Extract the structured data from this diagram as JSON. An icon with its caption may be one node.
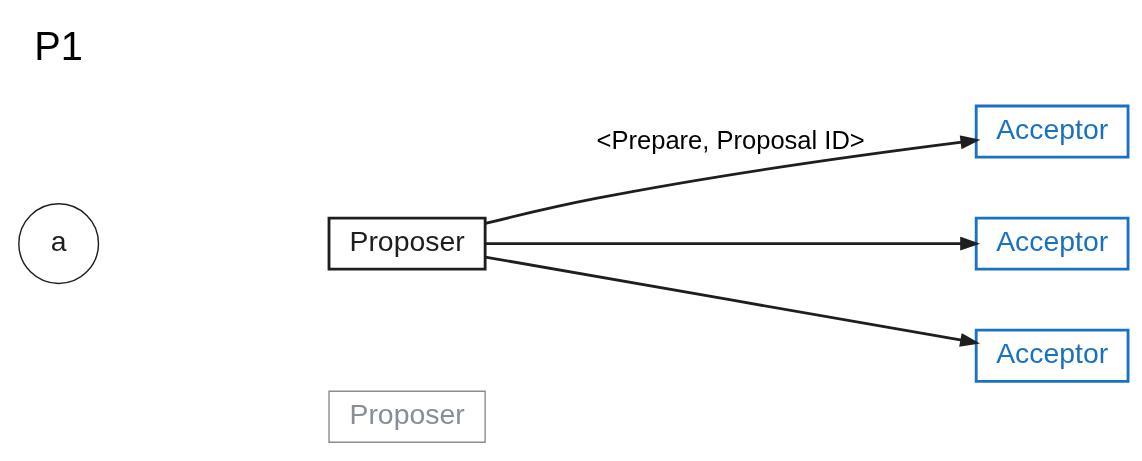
{
  "diagram": {
    "nodes": [
      {
        "text": [
          "a"
        ],
        "beside": [
          "P1"
        ]
      },
      {
        "text": [
          "Proposer"
        ]
      },
      {
        "text": [
          "Proposer"
        ]
      },
      {
        "text": [
          "Acceptor"
        ]
      },
      {
        "text": [
          "Acceptor"
        ]
      },
      {
        "text": [
          "Acceptor"
        ]
      }
    ],
    "edges": [
      {
        "from": 1,
        "to": 3,
        "arrow": "to",
        "label": "<Prepare, Proposal ID>"
      },
      {
        "from": 1,
        "to": 4,
        "arrow": "to"
      },
      {
        "from": 1,
        "to": 5,
        "arrow": "to"
      }
    ]
  }
}
